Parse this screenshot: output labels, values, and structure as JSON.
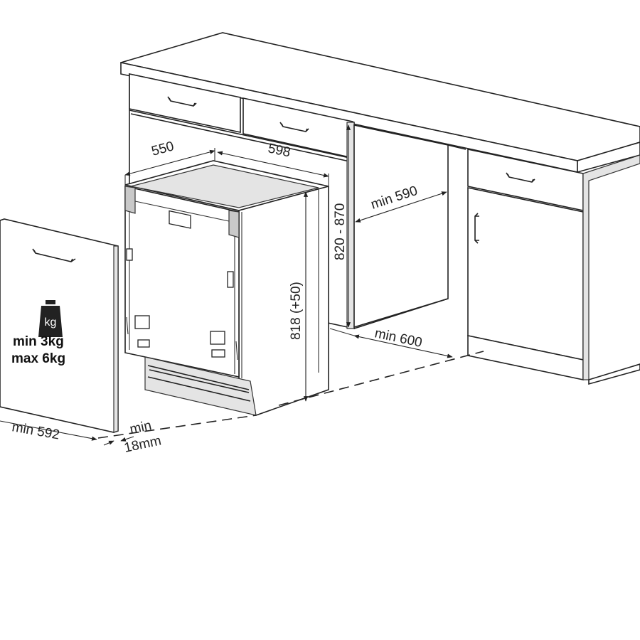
{
  "labels": {
    "cabinet_depth": "550",
    "appliance_width": "598",
    "niche_height": "820 - 870",
    "niche_depth": "min 590",
    "appliance_height": "818 (+50)",
    "niche_width": "min 600",
    "door_width": "min 592",
    "door_thickness_line1": "min",
    "door_thickness_line2": "18mm",
    "weight_icon": "kg",
    "door_weight_min": "min  3kg",
    "door_weight_max": "max  6kg"
  }
}
